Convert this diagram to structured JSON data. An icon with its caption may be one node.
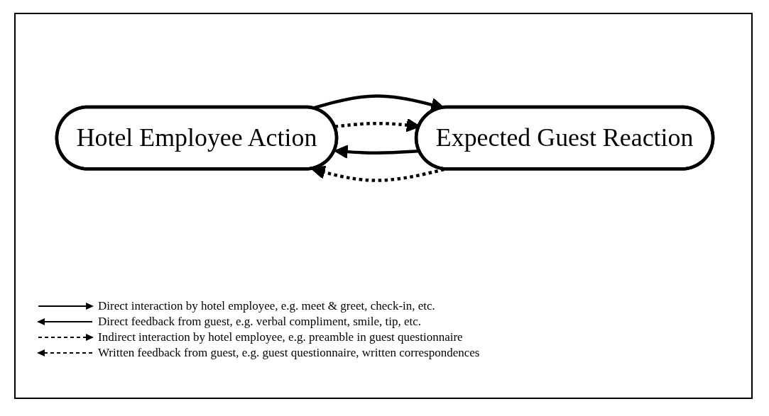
{
  "diagram": {
    "nodes": [
      {
        "text": [
          "Hotel Employee Action"
        ]
      },
      {
        "text": [
          "Expected Guest Reaction"
        ]
      }
    ],
    "edges": [
      {
        "from": 0,
        "to": 1,
        "arrow": "to"
      },
      {
        "from": 1,
        "to": 0,
        "arrow": "to"
      },
      {
        "from": 0,
        "to": 1,
        "arrow": "to",
        "style": "dashed"
      },
      {
        "from": 1,
        "to": 0,
        "arrow": "to",
        "style": "dashed"
      }
    ],
    "legend": [
      {
        "text": "Direct interaction by hotel employee, e.g. meet & greet, check-in, etc."
      },
      {
        "text": "Direct feedback from guest, e.g. verbal compliment, smile, tip, etc."
      },
      {
        "text": "Indirect interaction by hotel employee, e.g. preamble in guest questionnaire"
      },
      {
        "text": "Written feedback from guest, e.g. guest questionnaire, written correspondences"
      }
    ]
  }
}
